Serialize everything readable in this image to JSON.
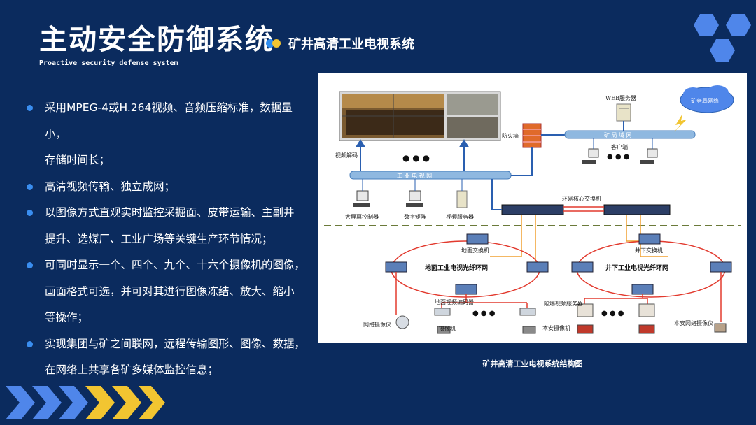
{
  "header": {
    "title": "主动安全防御系统",
    "subtitle": "矿井高清工业电视系统",
    "english": "Proactive security defense system"
  },
  "bullets": [
    [
      "采用MPEG-4或H.264视频、音频压缩标准，数据量小，",
      "存储时间长；"
    ],
    [
      "高清视频传输、独立成网；"
    ],
    [
      "以图像方式直观实时监控采掘面、皮带运输、主副井",
      "提升、选煤厂、工业广场等关键生产环节情况；"
    ],
    [
      "可同时显示一个、四个、九个、十六个摄像机的图像，",
      "画面格式可选，并可对其进行图像冻结、放大、缩小",
      "等操作；"
    ],
    [
      "实现集团与矿之间联网，远程传输图形、图像、数据，",
      "在网络上共享各矿多媒体监控信息；"
    ]
  ],
  "diagram": {
    "caption": "矿井高清工业电视系统结构图",
    "labels": {
      "web_server": "WEB服务器",
      "intranet": "矿务局网络",
      "firewall": "防火墙",
      "mine_lan": "矿 局 域 网",
      "client": "客户端",
      "video_decoder": "视频解码",
      "video_lan": "工 业 电 视 网",
      "wall_controller": "大屏幕控制器",
      "digital_matrix": "数字矩阵",
      "video_server": "视频服务器",
      "core_switch": "环网核心交换机",
      "ground_switch": "地面交换机",
      "underground_switch": "井下交换机",
      "ground_ring": "地面工业电视光纤环网",
      "underground_ring": "井下工业电视光纤环网",
      "ground_encoder": "地面视频编码器",
      "explosion_server": "隔爆视频服务器",
      "network_camera": "网络摄像仪",
      "camera": "摄像机",
      "safe_camera": "本安摄像机",
      "safe_network_camera": "本安网络摄像仪",
      "dots": "● ● ●"
    }
  },
  "colors": {
    "background": "#0b2b5e",
    "accent_blue": "#3a8ef0",
    "accent_yellow": "#f2c531",
    "ring_red": "#e23a2e",
    "fiber_orange": "#f0a030"
  }
}
